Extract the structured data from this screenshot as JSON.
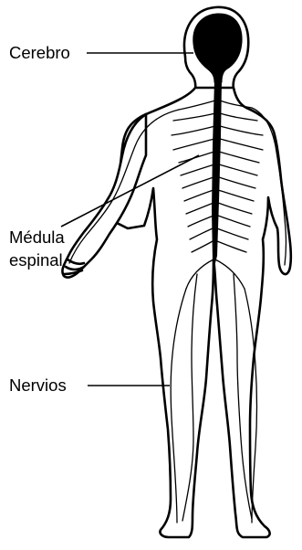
{
  "labels": {
    "brain": "Cerebro",
    "spinal_cord_line1": "Médula",
    "spinal_cord_line2": "espinal",
    "nerves": "Nervios"
  },
  "colors": {
    "ink": "#000000",
    "background": "#ffffff"
  }
}
